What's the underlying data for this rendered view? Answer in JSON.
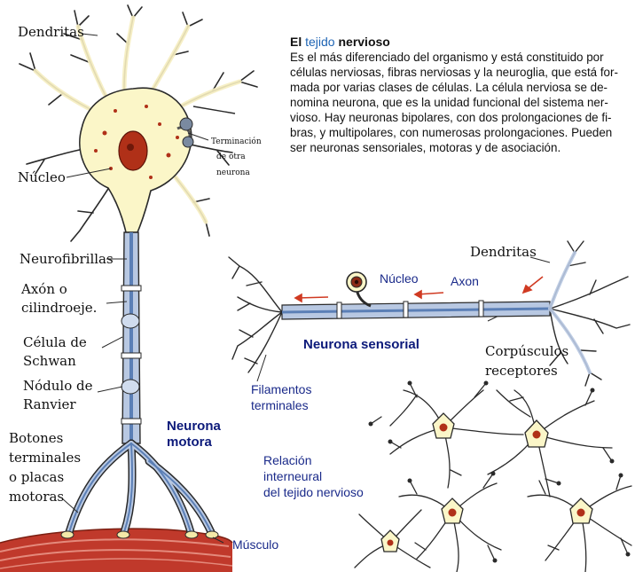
{
  "colors": {
    "label_blue": "#1a2a8a",
    "link_blue": "#1e64b4",
    "cell_fill": "#fbf6c8",
    "nucleus_red": "#b03018",
    "muscle_red": "#c0392b",
    "axon_blue": "#8fa8cc"
  },
  "text": {
    "title_el": "El",
    "title_tejido": "tejido",
    "title_nervioso": "nervioso",
    "paragraph_lines": [
      "Es el más diferenciado del organismo y está constituido por",
      "células nerviosas, fibras nerviosas y la neuroglia, que está for-",
      "mada por varias clases de células. La célula nerviosa se de-",
      "nomina neurona, que es la unidad funcional del sistema ner-",
      "vioso. Hay neuronas bipolares, con dos prolongaciones de fi-",
      "bras, y multipolares, con numerosas prolongaciones. Pueden",
      "ser neuronas sensoriales, motoras y de asociación."
    ]
  },
  "labels": {
    "dendritas_left": "Dendritas",
    "nucleo_left": "Núcleo",
    "terminacion_1": "Terminación",
    "terminacion_2": "de otra",
    "terminacion_3": "neurona",
    "neurofibrillas": "Neurofibrillas",
    "axon_1": "Axón o",
    "axon_2": "cilindroeje.",
    "celula_1": "Célula de",
    "celula_2": "Schwan",
    "nodulo_1": "Nódulo de",
    "nodulo_2": "Ranvier",
    "botones_1": "Botones",
    "botones_2": "terminales",
    "botones_3": "o placas",
    "botones_4": "motoras",
    "neurona_motora_1": "Neurona",
    "neurona_motora_2": "motora",
    "musculo": "Músculo",
    "dendritas_right": "Dendritas",
    "nucleo_right": "Núcleo",
    "axon_right": "Axon",
    "neurona_sensorial": "Neurona sensorial",
    "corpusculos_1": "Corpúsculos",
    "corpusculos_2": "receptores",
    "filamentos_1": "Filamentos",
    "filamentos_2": "terminales",
    "relacion_1": "Relación",
    "relacion_2": "interneural",
    "relacion_3": "del tejido nervioso"
  }
}
